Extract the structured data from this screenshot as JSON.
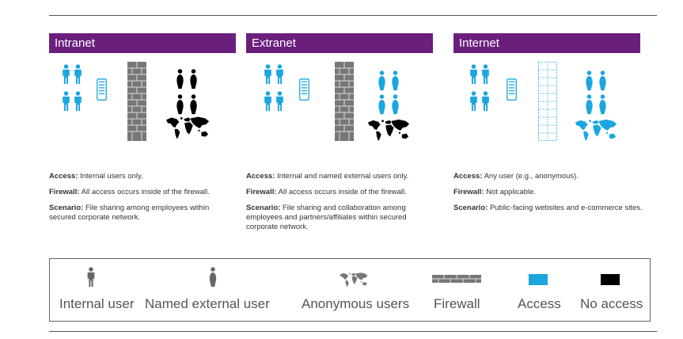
{
  "panels": [
    {
      "title": "Intranet",
      "access_label": "Access:",
      "access_text": "Internal users only.",
      "firewall_label": "Firewall:",
      "firewall_text": "All access occurs inside of the firewall.",
      "scenario_label": "Scenario:",
      "scenario_text": "File sharing among employees within secured corporate network."
    },
    {
      "title": "Extranet",
      "access_label": "Access:",
      "access_text": "Internal and named external users only.",
      "firewall_label": "Firewall:",
      "firewall_text": "All access occurs inside of the firewall.",
      "scenario_label": "Scenario:",
      "scenario_text": "File sharing and collaboration among employees and partners/affiliates within secured corporate network."
    },
    {
      "title": "Internet",
      "access_label": "Access:",
      "access_text": "Any user (e.g., anonymous).",
      "firewall_label": "Firewall:",
      "firewall_text": "Not applicable.",
      "scenario_label": "Scenario:",
      "scenario_text": "Public-facing websites and e-commerce sites."
    }
  ],
  "legend": {
    "internal_user": "Internal user",
    "named_external_user": "Named external user",
    "anonymous_users": "Anonymous users",
    "firewall": "Firewall",
    "access": "Access",
    "no_access": "No access"
  },
  "colors": {
    "header_bg": "#6b1f7d",
    "access": "#1ba6df",
    "no_access": "#000000",
    "firewall": "#666666"
  },
  "icons": [
    "internal-user-icon",
    "named-external-user-icon",
    "server-icon",
    "firewall-icon",
    "world-map-icon"
  ]
}
